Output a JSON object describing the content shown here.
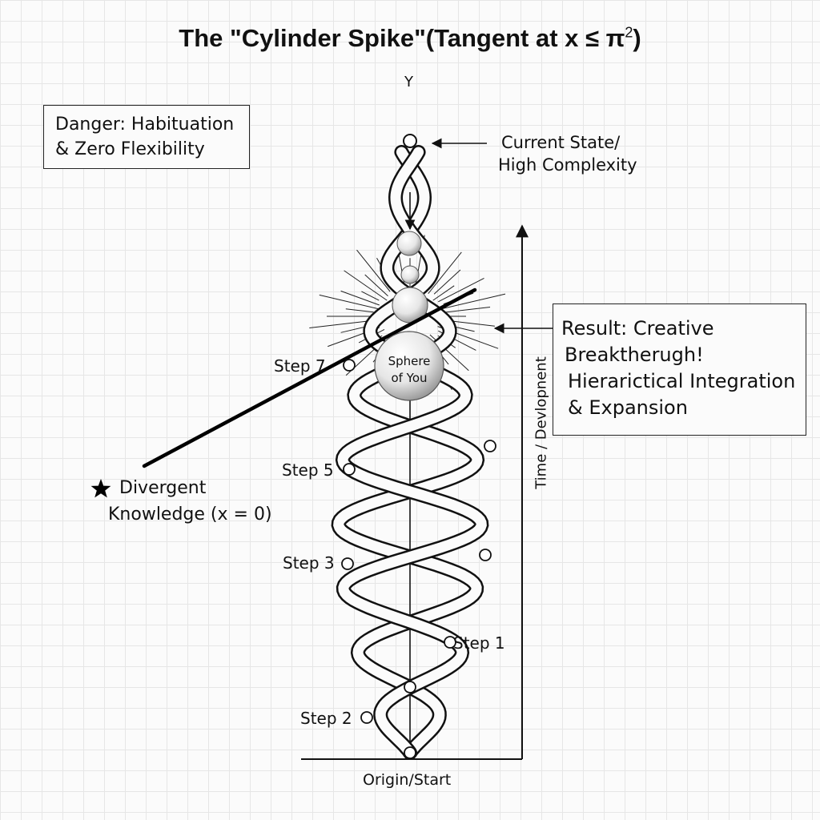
{
  "title": {
    "text": "The \"Cylinder Spike\"(Tangent at x ≤ π",
    "exponent": "2",
    "close": ")"
  },
  "axis": {
    "y_label": "Y",
    "side_label": "Time / Devlopnent",
    "origin_label": "Origin/Start"
  },
  "danger_box": {
    "line1": "Danger: Habituation",
    "line2": "& Zero Flexibility"
  },
  "current_state": {
    "line1": "Current State/",
    "line2": "High Complexity"
  },
  "result_box": {
    "line1": "Result: Creative",
    "line2": "Breaktherugh!",
    "line3": "Hierarictical Integration",
    "line4": "& Expansion"
  },
  "sphere": {
    "line1": "Sphere",
    "line2": "of You"
  },
  "divergent": {
    "icon": "star-icon",
    "line1": "Divergent",
    "line2": "Knowledge (x = 0)"
  },
  "steps": {
    "step7": "Step 7",
    "step5": "Step 5",
    "step3": "Step 3",
    "step1": "Step 1",
    "step2": "Step 2"
  },
  "colors": {
    "ink": "#111111",
    "grid": "#e6e6e6",
    "background": "#fbfbfb"
  }
}
